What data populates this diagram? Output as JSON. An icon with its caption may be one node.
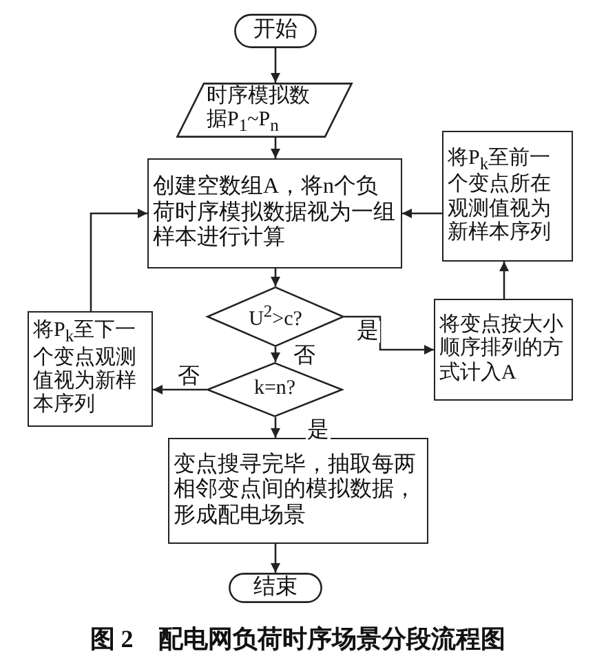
{
  "diagram": {
    "caption": "图 2　配电网负荷时序场景分段流程图",
    "nodes": [
      {
        "text": [
          "开始"
        ]
      },
      {
        "text": [
          "时序模拟数据P$_{1}$~P$_{n}$"
        ]
      },
      {
        "text": [
          "创建空数组A，将n个负荷时序模拟数据视为一组样本进行计算"
        ]
      },
      {
        "text": [
          "将P$_{k}$至前一个变点所在观测值视为新样本序列"
        ]
      },
      {
        "text": [
          "U$^{2}$>c?"
        ]
      },
      {
        "text": [
          "将P$_{k}$至下一个变点观测值视为新样本序列"
        ]
      },
      {
        "text": [
          "将变点按大小顺序排列的方式计入A"
        ]
      },
      {
        "text": [
          "k=n?"
        ]
      },
      {
        "text": [
          "变点搜寻完毕，抽取每两相邻变点间的模拟数据，形成配电场景"
        ]
      },
      {
        "text": [
          "结束"
        ]
      }
    ],
    "edges": [
      {
        "from": 0,
        "to": 1,
        "arrow": "to"
      },
      {
        "from": 1,
        "to": 2,
        "arrow": "to"
      },
      {
        "from": 2,
        "to": 4,
        "arrow": "to"
      },
      {
        "from": 4,
        "to": 7,
        "arrow": "to",
        "label": "否"
      },
      {
        "from": 4,
        "to": 6,
        "arrow": "to",
        "label": "是"
      },
      {
        "from": 6,
        "to": 3,
        "arrow": "to"
      },
      {
        "from": 3,
        "to": 2,
        "arrow": "to"
      },
      {
        "from": 7,
        "to": 5,
        "arrow": "to",
        "label": "否"
      },
      {
        "from": 5,
        "to": 2,
        "arrow": "to"
      },
      {
        "from": 7,
        "to": 8,
        "arrow": "to",
        "label": "是"
      },
      {
        "from": 8,
        "to": 9,
        "arrow": "to"
      }
    ]
  }
}
